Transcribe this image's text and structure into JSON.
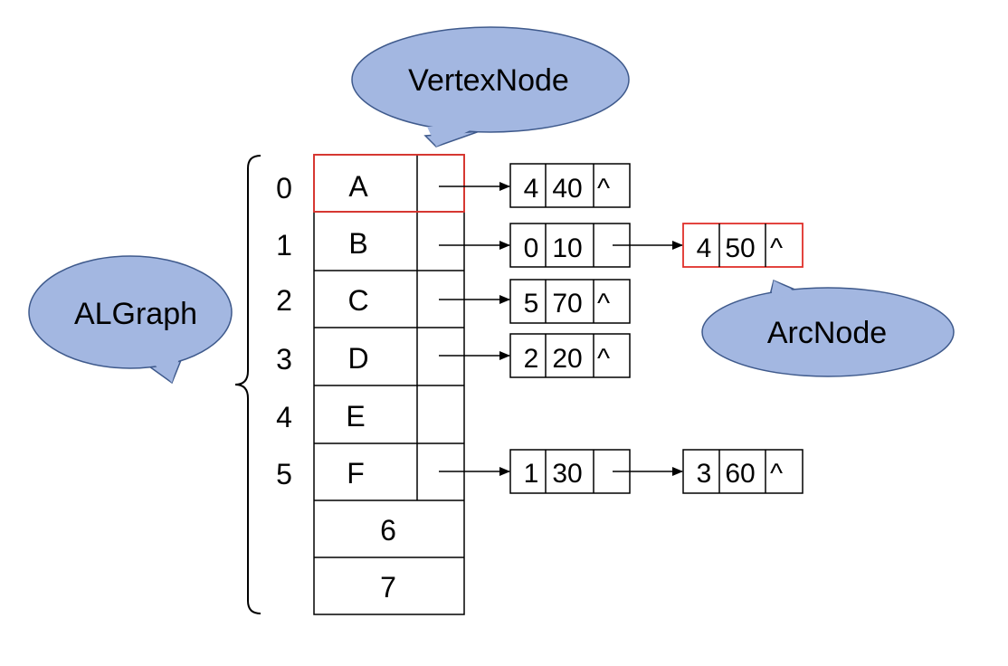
{
  "callouts": {
    "vertex_node": "VertexNode",
    "al_graph": "ALGraph",
    "arc_node": "ArcNode"
  },
  "indices": [
    "0",
    "1",
    "2",
    "3",
    "4",
    "5"
  ],
  "vertices": [
    "A",
    "B",
    "C",
    "D",
    "E",
    "F"
  ],
  "extra_rows": [
    "6",
    "7"
  ],
  "arcs": {
    "a0": {
      "adjvex": "4",
      "weight": "40",
      "next": "^"
    },
    "b0": {
      "adjvex": "0",
      "weight": "10",
      "next": ""
    },
    "b1": {
      "adjvex": "4",
      "weight": "50",
      "next": "^"
    },
    "c0": {
      "adjvex": "5",
      "weight": "70",
      "next": "^"
    },
    "d0": {
      "adjvex": "2",
      "weight": "20",
      "next": "^"
    },
    "f0": {
      "adjvex": "1",
      "weight": "30",
      "next": ""
    },
    "f1": {
      "adjvex": "3",
      "weight": "60",
      "next": "^"
    }
  },
  "colors": {
    "callout_fill": "#a3b7e1",
    "callout_stroke": "#3f5a8c",
    "highlight": "#e0302a",
    "line": "#000000"
  }
}
